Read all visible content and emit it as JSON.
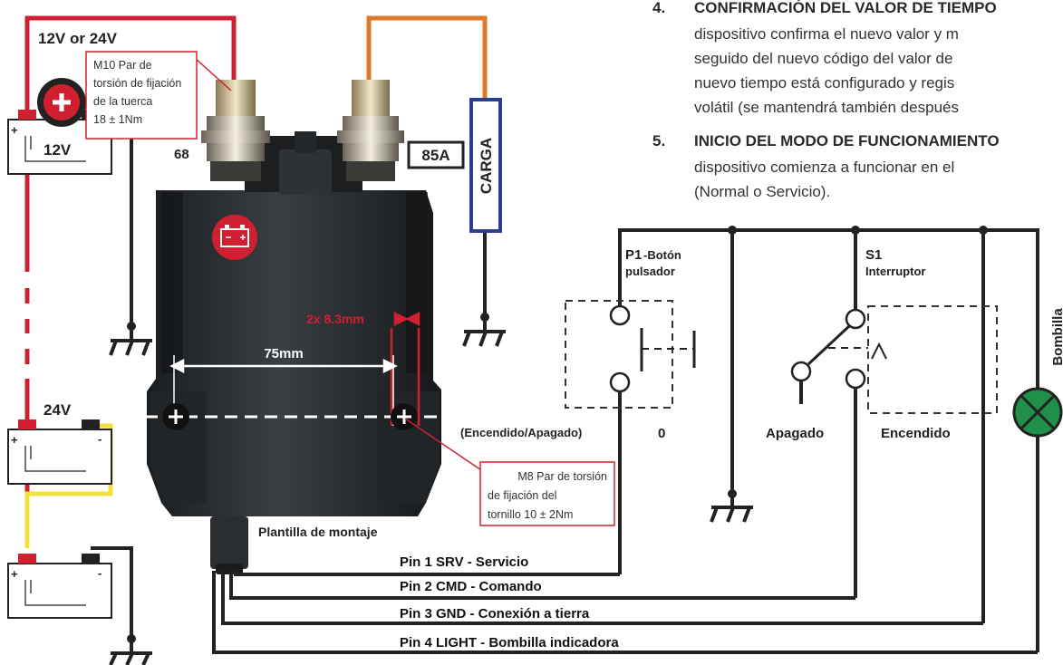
{
  "instructions": {
    "step4_number": "4.",
    "step4_title": "CONFIRMACIÓN DEL VALOR DE TIEMPO",
    "step4_lines": [
      "dispositivo confirma el nuevo valor y m",
      "seguido del nuevo código del valor de",
      "nuevo tiempo está configurado y regis",
      "volátil (se mantendrá también después"
    ],
    "step5_number": "5.",
    "step5_title": "INICIO DEL MODO DE FUNCIONAMIENTO",
    "step5_lines": [
      "dispositivo comienza a funcionar en el",
      "(Normal o Servicio)."
    ]
  },
  "battery_labels": {
    "supply": "12V or 24V",
    "twelve": "12V",
    "twentyfour": "24V",
    "plus": "+",
    "minus": "-"
  },
  "relay": {
    "terminal_number": "68",
    "rating": "85A",
    "load_label": "CARGA",
    "nut_torque": [
      "M10 Par de",
      "torsión de fijación",
      "de la tuerca",
      "18 ± 1Nm"
    ],
    "bolt_torque": [
      "M8 Par de torsión",
      "de fijación del",
      "tornillo 10 ± 2Nm"
    ],
    "hole_size": "2x 8.3mm",
    "hole_spacing": "75mm",
    "template_label": "Plantilla de montaje",
    "on_off": "(Encendido/Apagado)"
  },
  "controls": {
    "p1_name": "P1",
    "p1_desc_1": "-Botón",
    "p1_desc_2": "pulsador",
    "p1_zero": "0",
    "s1_name": "S1",
    "s1_desc": "Interruptor",
    "off": "Apagado",
    "on": "Encendido",
    "lamp": "Bombilla"
  },
  "pins": [
    "Pin 1 SRV - Servicio",
    "Pin 2 CMD - Comando",
    "Pin 3 GND - Conexión a tierra",
    "Pin 4 LIGHT - Bombilla indicadora"
  ],
  "colors": {
    "positive": "#d0202f",
    "load_wire": "#e07a2a",
    "series_link": "#f2e23a",
    "ground": "#222222",
    "dimension": "#d0202f",
    "lamp": "#1f8f4a"
  }
}
